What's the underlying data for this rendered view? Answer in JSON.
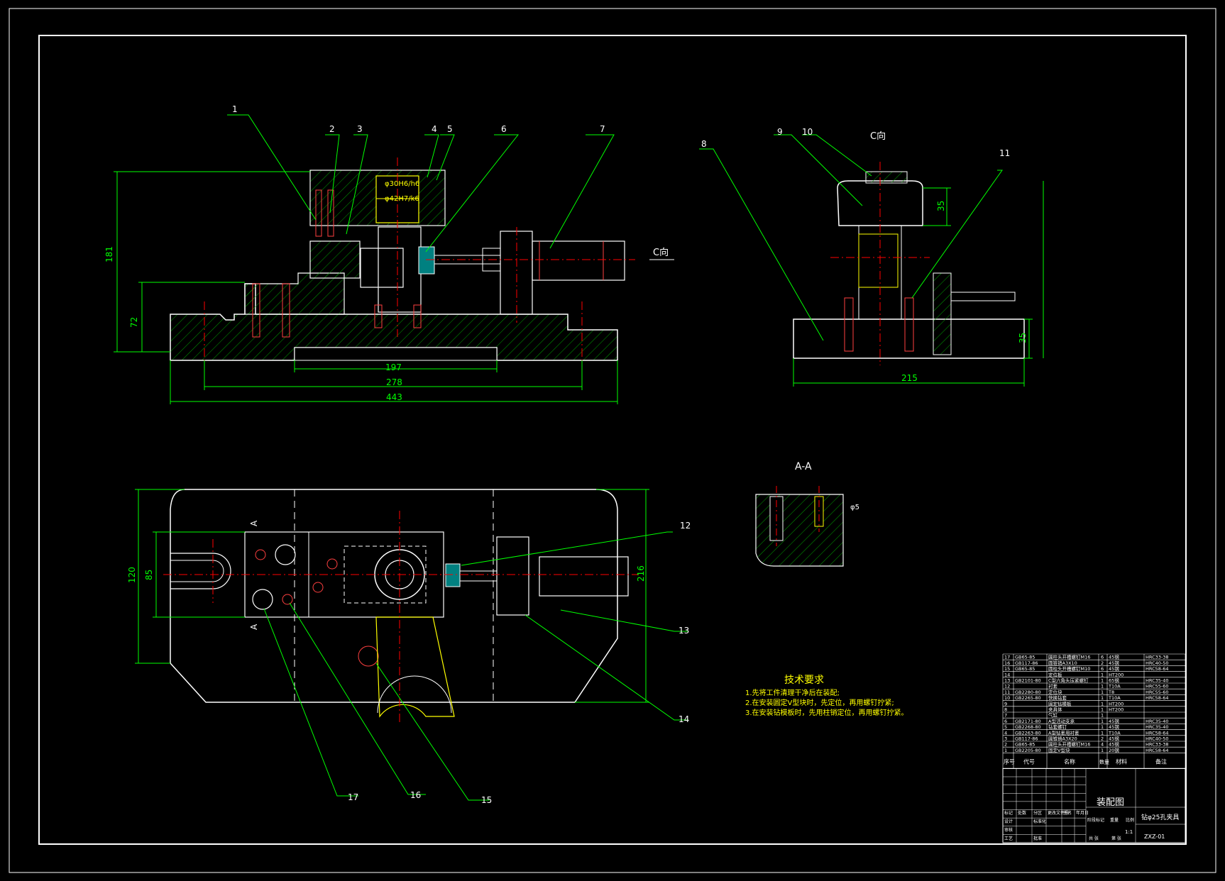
{
  "colors": {
    "background": "#000000",
    "outline": "#ffffff",
    "dimension": "#00ff00",
    "centerline": "#ff0000",
    "hatch": "#00aa00",
    "highlight": "#ffff00",
    "text_yellow": "#ffff00",
    "bolt": "#ff4040",
    "cyan": "#00ffff",
    "magenta": "#ff00ff"
  },
  "front_view": {
    "dims": {
      "overall_height": "181",
      "base_height": "72",
      "d197": "197",
      "d278": "278",
      "d443": "443"
    },
    "fits": {
      "upper": "φ30H6/h6",
      "lower": "φ42H7/k6"
    },
    "view_arrow": "C向",
    "balloons": [
      "1",
      "2",
      "3",
      "4",
      "5",
      "6",
      "7"
    ]
  },
  "side_view": {
    "title": "C向",
    "dims": {
      "width": "215",
      "top_height": "35",
      "base_height": "35"
    },
    "balloons": [
      "8",
      "9",
      "10",
      "11"
    ]
  },
  "plan_view": {
    "dims": {
      "d120": "120",
      "d85": "85",
      "d216": "216"
    },
    "section_marks": [
      "A",
      "A"
    ],
    "balloons": [
      "12",
      "13",
      "14",
      "15",
      "16",
      "17"
    ]
  },
  "section_aa": {
    "title": "A-A",
    "fit": "φ5"
  },
  "tech_requirements": {
    "title": "技术要求",
    "items": [
      "1.先将工件清理干净后在装配;",
      "2.在安装圆定V型块时，先定位，再用螺钉拧紧;",
      "3.在安装钻模板时，先用柱销定位，再用螺钉拧紧。"
    ]
  },
  "bom": {
    "rows": [
      {
        "no": "17",
        "code": "GB65-85",
        "name": "圆柱头开槽螺钉M16",
        "qty": "6",
        "material": "45钢",
        "remark": "HRC33-38"
      },
      {
        "no": "16",
        "code": "GB117-86",
        "name": "圆锥销A3X10",
        "qty": "2",
        "material": "45钢",
        "remark": "HRC40-50"
      },
      {
        "no": "15",
        "code": "GB65-85",
        "name": "圆柱头开槽螺钉M10",
        "qty": "6",
        "material": "45钢",
        "remark": "HRC58-64"
      },
      {
        "no": "14",
        "code": "",
        "name": "定位板",
        "qty": "1",
        "material": "HT200",
        "remark": ""
      },
      {
        "no": "13",
        "code": "GB2101-80",
        "name": "C型六角头压紧螺钉",
        "qty": "1",
        "material": "65钢",
        "remark": "HRC35-40"
      },
      {
        "no": "12",
        "code": "",
        "name": "衬套",
        "qty": "1",
        "material": "T10A",
        "remark": "HRC55-60"
      },
      {
        "no": "11",
        "code": "GB2280-80",
        "name": "定位块",
        "qty": "1",
        "material": "T8",
        "remark": "HRC55-60"
      },
      {
        "no": "10",
        "code": "GB2265-80",
        "name": "快换钻套",
        "qty": "1",
        "material": "T10A",
        "remark": "HRC58-64"
      },
      {
        "no": "9",
        "code": "",
        "name": "固定钻模板",
        "qty": "1",
        "material": "HT200",
        "remark": ""
      },
      {
        "no": "8",
        "code": "",
        "name": "夹具体",
        "qty": "1",
        "material": "HT200",
        "remark": ""
      },
      {
        "no": "7",
        "code": "",
        "name": "气缸",
        "qty": "1",
        "material": "",
        "remark": ""
      },
      {
        "no": "6",
        "code": "GB2171-80",
        "name": "A型活动支承",
        "qty": "1",
        "material": "45钢",
        "remark": "HRC35-40"
      },
      {
        "no": "5",
        "code": "GB2268-80",
        "name": "钻套螺钉",
        "qty": "1",
        "material": "45钢",
        "remark": "HRC35-40"
      },
      {
        "no": "4",
        "code": "GB2263-80",
        "name": "A型钻套用衬套",
        "qty": "1",
        "material": "T10A",
        "remark": "HRC58-64"
      },
      {
        "no": "3",
        "code": "GB117-86",
        "name": "圆锥销A3X20",
        "qty": "2",
        "material": "45钢",
        "remark": "HRC40-50"
      },
      {
        "no": "2",
        "code": "GB65-85",
        "name": "圆柱头开槽螺钉M16",
        "qty": "4",
        "material": "45钢",
        "remark": "HRC33-38"
      },
      {
        "no": "1",
        "code": "GB2205-80",
        "name": "固定V型块",
        "qty": "1",
        "material": "20钢",
        "remark": "HRC58-64"
      }
    ],
    "headers": {
      "no": "序号",
      "code": "代号",
      "name": "名称",
      "qty": "数量",
      "material": "材料",
      "remark": "备注"
    }
  },
  "title_block": {
    "drawing_name": "装配图",
    "part_name": "钻φ25孔夹具",
    "drawing_no": "ZXZ-01",
    "scale": "1:1",
    "labels": [
      "标记",
      "处数",
      "分区",
      "更改文件号",
      "签名",
      "年月日",
      "设计",
      "标准化",
      "审核",
      "工艺",
      "批准",
      "阶段标记",
      "重量",
      "比例",
      "共 张",
      "第 张"
    ]
  }
}
